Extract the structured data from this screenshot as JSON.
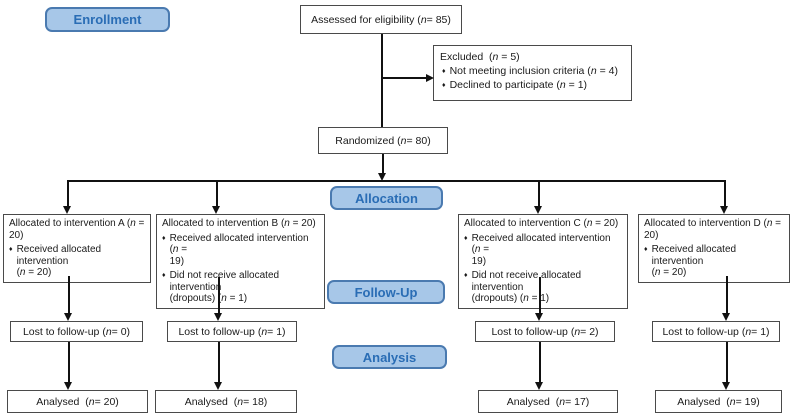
{
  "colors": {
    "stage_fill": "#a7c7e8",
    "stage_border": "#4a7ab0",
    "stage_text": "#2a6db5",
    "box_border": "#4a4a4a",
    "line_color": "#111111"
  },
  "bullet_char": "♦",
  "stages": {
    "enrollment": "Enrollment",
    "allocation": "Allocation",
    "follow_up": "Follow-Up",
    "analysis": "Analysis"
  },
  "assessed": [
    {
      "t": "Assessed for eligibility ("
    },
    {
      "t": "n",
      "i": true
    },
    {
      "t": " = 85)"
    }
  ],
  "excluded": {
    "title": [
      {
        "t": "Excluded  ("
      },
      {
        "t": "n",
        "i": true
      },
      {
        "t": " = 5)"
      }
    ],
    "bullets": [
      [
        {
          "t": "Not meeting inclusion criteria ("
        },
        {
          "t": "n",
          "i": true
        },
        {
          "t": " = 4)"
        }
      ],
      [
        {
          "t": "Declined to participate ("
        },
        {
          "t": "n",
          "i": true
        },
        {
          "t": " = 1)"
        }
      ]
    ]
  },
  "randomized": [
    {
      "t": "Randomized ("
    },
    {
      "t": "n",
      "i": true
    },
    {
      "t": " = 80)"
    }
  ],
  "arms": [
    {
      "name": "A",
      "allocated": [
        {
          "t": "Allocated to intervention A ("
        },
        {
          "t": "n",
          "i": true
        },
        {
          "t": " = 20)"
        }
      ],
      "bullets": [
        [
          {
            "t": "Received allocated intervention"
          },
          {
            "br": true
          },
          {
            "t": "("
          },
          {
            "t": "n",
            "i": true
          },
          {
            "t": " = 20)"
          }
        ]
      ],
      "lost": [
        {
          "t": "Lost to follow-up ("
        },
        {
          "t": "n",
          "i": true
        },
        {
          "t": " = 0)"
        }
      ],
      "analysed": [
        {
          "t": "Analysed  ("
        },
        {
          "t": "n",
          "i": true
        },
        {
          "t": " = 20)"
        }
      ]
    },
    {
      "name": "B",
      "allocated": [
        {
          "t": "Allocated to intervention B ("
        },
        {
          "t": "n",
          "i": true
        },
        {
          "t": " = 20)"
        }
      ],
      "bullets": [
        [
          {
            "t": "Received allocated intervention ("
          },
          {
            "t": "n",
            "i": true
          },
          {
            "t": " ="
          },
          {
            "br": true
          },
          {
            "t": "19)"
          }
        ],
        [
          {
            "t": "Did not receive allocated intervention"
          },
          {
            "br": true
          },
          {
            "t": "(dropouts) ("
          },
          {
            "t": "n",
            "i": true
          },
          {
            "t": " = 1)"
          }
        ]
      ],
      "lost": [
        {
          "t": "Lost to follow-up ("
        },
        {
          "t": "n",
          "i": true
        },
        {
          "t": " = 1)"
        }
      ],
      "analysed": [
        {
          "t": "Analysed  ("
        },
        {
          "t": "n",
          "i": true
        },
        {
          "t": " = 18)"
        }
      ]
    },
    {
      "name": "C",
      "allocated": [
        {
          "t": "Allocated to intervention C ("
        },
        {
          "t": "n",
          "i": true
        },
        {
          "t": " = 20)"
        }
      ],
      "bullets": [
        [
          {
            "t": "Received allocated intervention ("
          },
          {
            "t": "n",
            "i": true
          },
          {
            "t": " ="
          },
          {
            "br": true
          },
          {
            "t": "19)"
          }
        ],
        [
          {
            "t": "Did not receive allocated intervention"
          },
          {
            "br": true
          },
          {
            "t": "(dropouts) ("
          },
          {
            "t": "n",
            "i": true
          },
          {
            "t": " = 1)"
          }
        ]
      ],
      "lost": [
        {
          "t": "Lost to follow-up ("
        },
        {
          "t": "n",
          "i": true
        },
        {
          "t": " = 2)"
        }
      ],
      "analysed": [
        {
          "t": "Analysed  ("
        },
        {
          "t": "n",
          "i": true
        },
        {
          "t": " = 17)"
        }
      ]
    },
    {
      "name": "D",
      "allocated": [
        {
          "t": "Allocated to intervention D ("
        },
        {
          "t": "n",
          "i": true
        },
        {
          "t": " = 20)"
        }
      ],
      "bullets": [
        [
          {
            "t": "Received allocated intervention"
          },
          {
            "br": true
          },
          {
            "t": "("
          },
          {
            "t": "n",
            "i": true
          },
          {
            "t": " = 20)"
          }
        ]
      ],
      "lost": [
        {
          "t": "Lost to follow-up ("
        },
        {
          "t": "n",
          "i": true
        },
        {
          "t": " = 1)"
        }
      ],
      "analysed": [
        {
          "t": "Analysed  ("
        },
        {
          "t": "n",
          "i": true
        },
        {
          "t": " = 19)"
        }
      ]
    }
  ]
}
